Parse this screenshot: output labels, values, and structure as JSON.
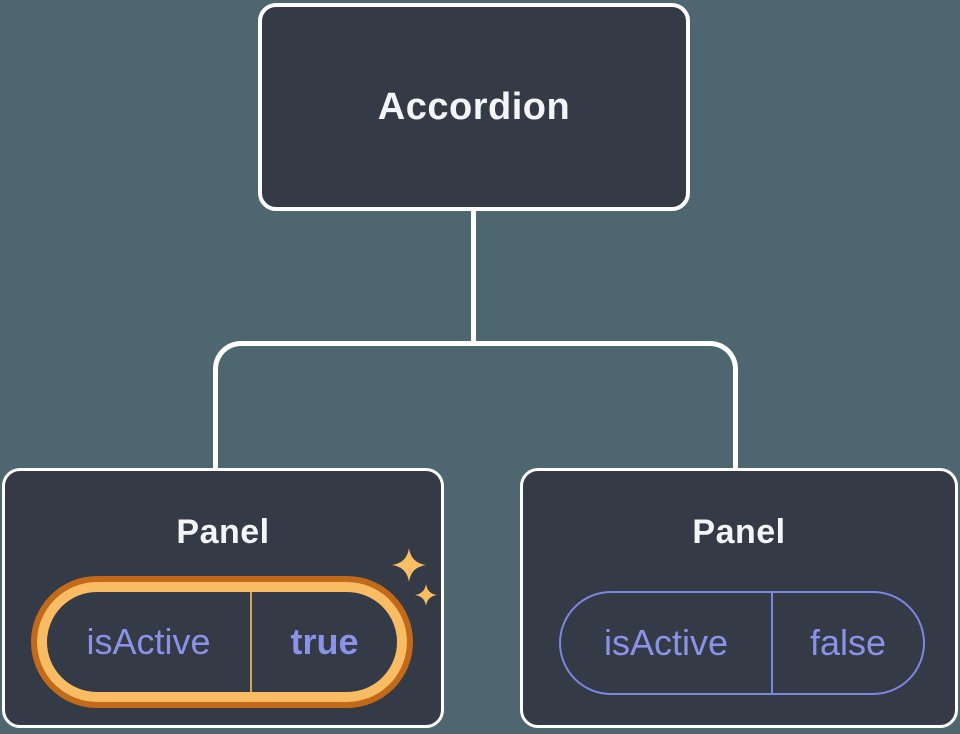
{
  "diagram": {
    "description": "Component tree: an Accordion with two Panel children showing their isActive state prop",
    "root": {
      "label": "Accordion"
    },
    "panels": [
      {
        "label": "Panel",
        "prop_name": "isActive",
        "prop_value": "true",
        "state": "highlighted-state-change"
      },
      {
        "label": "Panel",
        "prop_name": "isActive",
        "prop_value": "false",
        "state": "default"
      }
    ]
  },
  "colors": {
    "background": "#4d6670",
    "node-fill": "#343a46",
    "node-border": "#ffffff",
    "node-text": "#f4f5f7",
    "connector": "#ffffff",
    "prop-text": "#8b93e8",
    "prop-pill-border": "#7b87e2",
    "highlight-outer": "#c2691a",
    "highlight-inner": "#fabc62",
    "highlight-divider": "#d6a458",
    "sparkle": "#f9bd64"
  }
}
